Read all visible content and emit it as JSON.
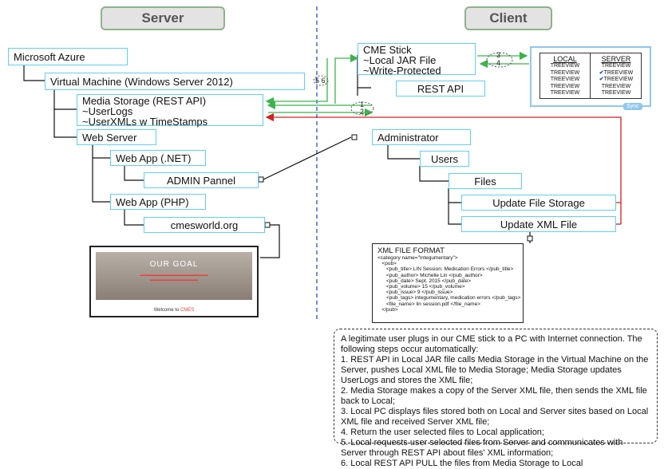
{
  "headers": {
    "server": "Server",
    "client": "Client"
  },
  "server": {
    "azure": "Microsoft Azure",
    "vm": "Virtual Machine (Windows Server 2012)",
    "media_storage": "Media Storage (REST API)\n~UserLogs\n~UserXMLs w TimeStamps",
    "web_server": "Web Server",
    "web_app_net": "Web App (.NET)",
    "admin_pannel": "ADMIN Pannel",
    "web_app_php": "Web App (PHP)",
    "cmesworld": "cmesworld.org"
  },
  "client": {
    "cme_stick": "CME Stick\n~Local JAR File\n~Write-Protected",
    "rest_api": "REST API",
    "administrator": "Administrator",
    "users": "Users",
    "files": "Files",
    "update_file_storage": "Update File Storage",
    "update_xml_file": "Update XML File"
  },
  "step_labels": {
    "s34": "3\n4",
    "s56": "5 6",
    "s12": "1\n2"
  },
  "treeview": {
    "local_header": "LOCAL",
    "server_header": "SERVER",
    "local_items": [
      "TREEVIEW",
      "TREEVIEW",
      "TREEVIEW",
      "TREEVIEW",
      "TREEVIEW"
    ],
    "server_items": [
      "TREEVIEW",
      "TREEVIEW",
      "TREEVIEW",
      "TREEVIEW",
      "TREEVIEW"
    ],
    "sync": "Sync"
  },
  "website": {
    "goal": "OUR GOAL",
    "welcome_prefix": "Welcome to ",
    "welcome_brand": "CMES"
  },
  "xml": {
    "title": "XML FILE FORMAT",
    "code": "<category name=\"Integumentary\">\n   <pub>\n      <pub_title> LIN Session: Medication Errors </pub_title>\n      <pub_author> Michelle Lin </pub_author>\n      <pub_date> Sept. 2015 </pub_date>\n      <pub_volume> 15 </pub_volume>\n      <pub_issue> 9 </pub_issue>\n      <pub_tags> integumentary, medication errors </pub_tags>\n      <file_name> lin session.pdf </file_name>\n   </pub>"
  },
  "note": [
    "A legitimate user plugs in our CME stick to a PC with Internet connection. The following steps occur automatically:",
    "1. REST API in Local JAR file calls Media Storage in the Virtual Machine on the Server, pushes Local XML file to Media Storage; Media Storage updates UserLogs and stores the XML file;",
    "2. Media Storage makes a copy of the Server XML file, then sends the XML file back to Local;",
    "3. Local PC displays files stored both on Local and Server sites based on Local XML file and received Server XML file;",
    "4. Return the user selected files to Local application;",
    "5. Local requests user selected files from Server and communicates with Server through REST API about files' XML information;",
    "6. Local REST API PULL the files from Media Storage to Local"
  ],
  "colors": {
    "box_border": "#5fd0ee",
    "green_arrow": "#3cb44b",
    "red_arrow": "#d42020",
    "divider": "#2a4fd0"
  }
}
